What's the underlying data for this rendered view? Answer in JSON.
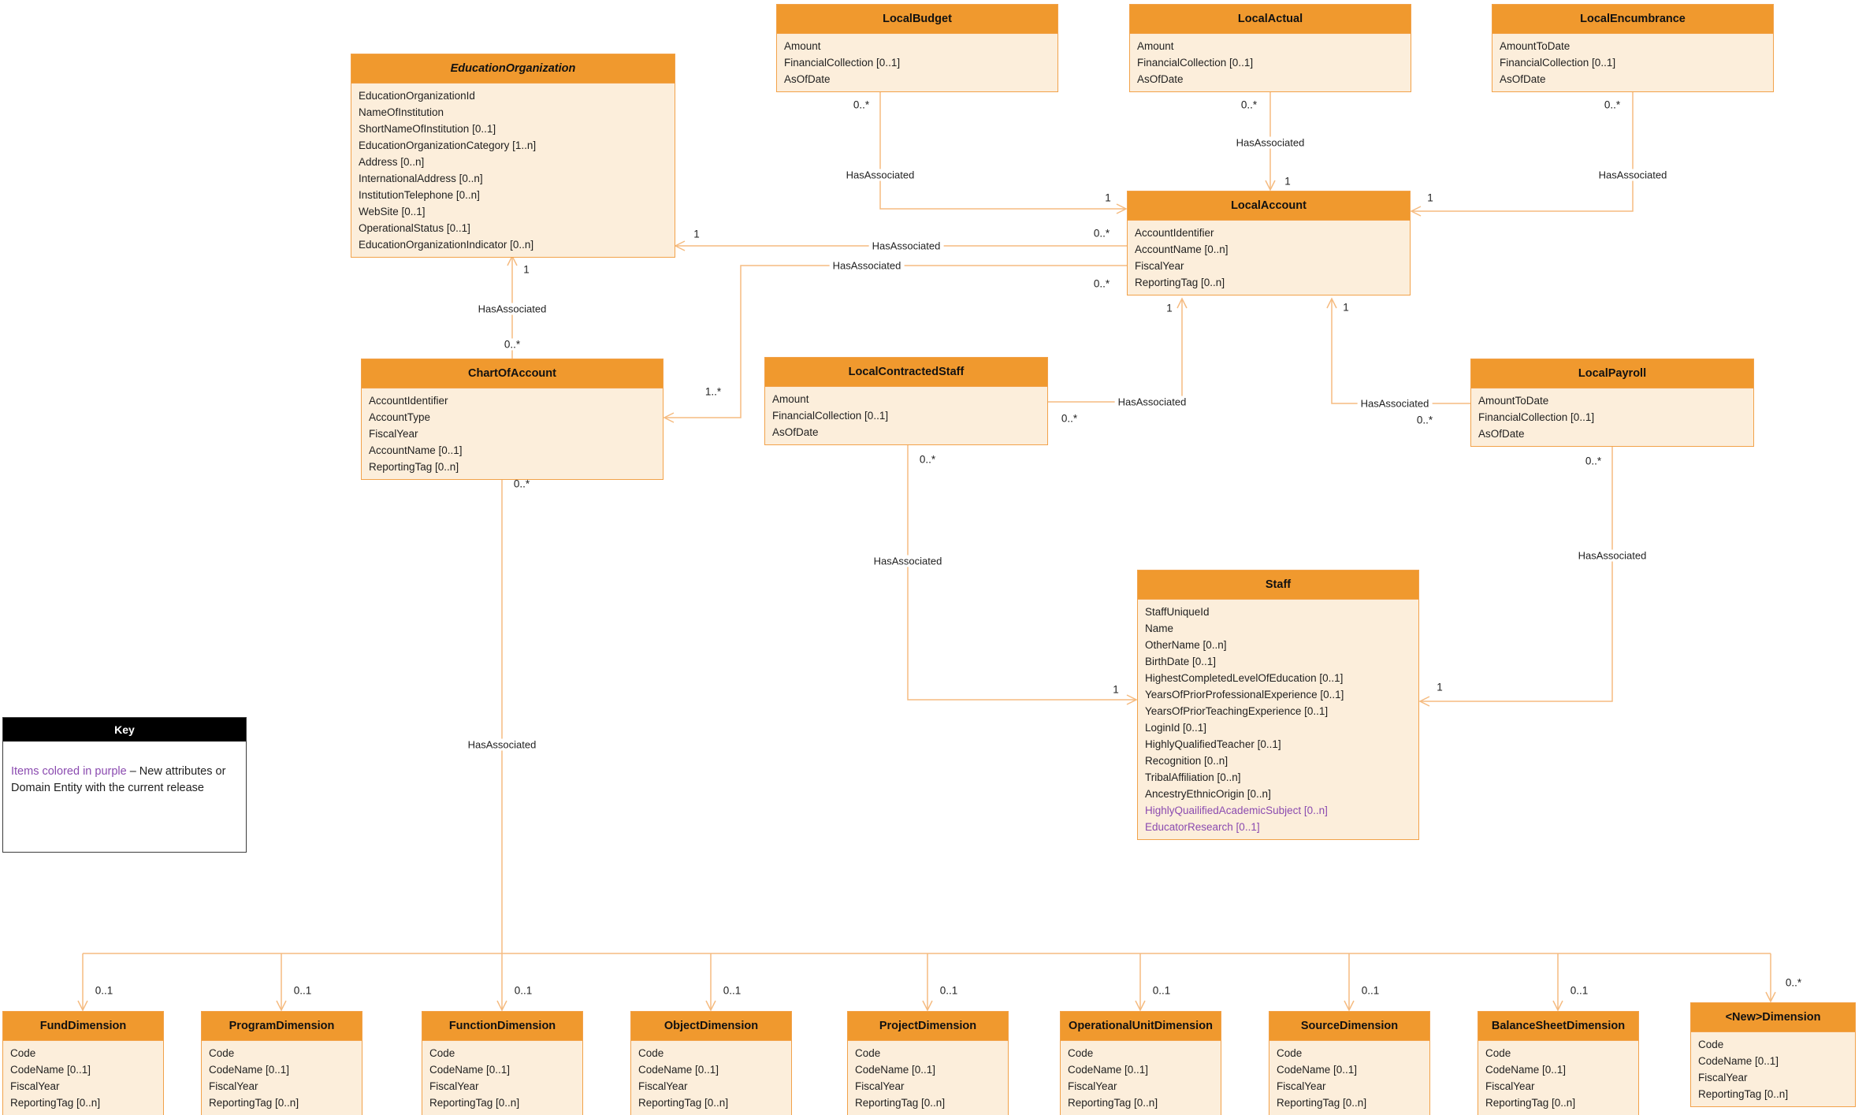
{
  "labels": {
    "one": "1",
    "zero_many": "0..*",
    "one_many": "1..*",
    "zero_one": "0..1",
    "has_associated": "HasAssociated"
  },
  "key": {
    "title": "Key",
    "purple_text": "Items colored in purple",
    "note_text": "– New attributes or Domain Entity with the current release"
  },
  "colors": {
    "header_orange": "#f0992e",
    "body_cream": "#fceedb",
    "border_orange": "#f2a24a",
    "wire_orange": "#f5bb80",
    "purple": "#8b4bb0",
    "key_header_black": "#000000"
  },
  "entities": {
    "educationOrganization": {
      "name": "EducationOrganization",
      "attrs": [
        "EducationOrganizationId",
        "NameOfInstitution",
        "ShortNameOfInstitution [0..1]",
        "EducationOrganizationCategory [1..n]",
        "Address [0..n]",
        "InternationalAddress [0..n]",
        "InstitutionTelephone [0..n]",
        "WebSite [0..1]",
        "OperationalStatus [0..1]",
        "EducationOrganizationIndicator [0..n]"
      ]
    },
    "localBudget": {
      "name": "LocalBudget",
      "attrs": [
        "Amount",
        "FinancialCollection [0..1]",
        "AsOfDate"
      ]
    },
    "localActual": {
      "name": "LocalActual",
      "attrs": [
        "Amount",
        "FinancialCollection [0..1]",
        "AsOfDate"
      ]
    },
    "localEncumbrance": {
      "name": "LocalEncumbrance",
      "attrs": [
        "AmountToDate",
        "FinancialCollection [0..1]",
        "AsOfDate"
      ]
    },
    "localAccount": {
      "name": "LocalAccount",
      "attrs": [
        "AccountIdentifier",
        "AccountName [0..n]",
        "FiscalYear",
        "ReportingTag [0..n]"
      ]
    },
    "chartOfAccount": {
      "name": "ChartOfAccount",
      "attrs": [
        "AccountIdentifier",
        "AccountType",
        "FiscalYear",
        "AccountName [0..1]",
        "ReportingTag [0..n]"
      ]
    },
    "localContractedStaff": {
      "name": "LocalContractedStaff",
      "attrs": [
        "Amount",
        "FinancialCollection [0..1]",
        "AsOfDate"
      ]
    },
    "localPayroll": {
      "name": "LocalPayroll",
      "attrs": [
        "AmountToDate",
        "FinancialCollection [0..1]",
        "AsOfDate"
      ]
    },
    "staff": {
      "name": "Staff",
      "attrs": [
        "StaffUniqueId",
        "Name",
        "OtherName [0..n]",
        "BirthDate [0..1]",
        "HighestCompletedLevelOfEducation [0..1]",
        "YearsOfPriorProfessionalExperience [0..1]",
        "YearsOfPriorTeachingExperience [0..1]",
        "LoginId [0..1]",
        "HighlyQualifiedTeacher [0..1]",
        "Recognition [0..n]",
        "TribalAffiliation [0..n]",
        "AncestryEthnicOrigin [0..n]",
        {
          "t": "HighlyQuailifiedAcademicSubject [0..n]",
          "purple": true
        },
        {
          "t": "EducatorResearch [0..1]",
          "purple": true
        }
      ]
    },
    "fundDimension": {
      "name": "FundDimension",
      "attrs": [
        "Code",
        "CodeName [0..1]",
        "FiscalYear",
        "ReportingTag [0..n]"
      ]
    },
    "programDimension": {
      "name": "ProgramDimension",
      "attrs": [
        "Code",
        "CodeName [0..1]",
        "FiscalYear",
        "ReportingTag [0..n]"
      ]
    },
    "functionDimension": {
      "name": "FunctionDimension",
      "attrs": [
        "Code",
        "CodeName [0..1]",
        "FiscalYear",
        "ReportingTag [0..n]"
      ]
    },
    "objectDimension": {
      "name": "ObjectDimension",
      "attrs": [
        "Code",
        "CodeName [0..1]",
        "FiscalYear",
        "ReportingTag [0..n]"
      ]
    },
    "projectDimension": {
      "name": "ProjectDimension",
      "attrs": [
        "Code",
        "CodeName [0..1]",
        "FiscalYear",
        "ReportingTag [0..n]"
      ]
    },
    "operationalUnitDimension": {
      "name": "OperationalUnitDimension",
      "attrs": [
        "Code",
        "CodeName [0..1]",
        "FiscalYear",
        "ReportingTag [0..n]"
      ]
    },
    "sourceDimension": {
      "name": "SourceDimension",
      "attrs": [
        "Code",
        "CodeName [0..1]",
        "FiscalYear",
        "ReportingTag [0..n]"
      ]
    },
    "balanceSheetDimension": {
      "name": "BalanceSheetDimension",
      "attrs": [
        "Code",
        "CodeName [0..1]",
        "FiscalYear",
        "ReportingTag [0..n]"
      ]
    },
    "newDimension": {
      "name": "<New>Dimension",
      "attrs": [
        "Code",
        "CodeName [0..1]",
        "FiscalYear",
        "ReportingTag [0..n]"
      ]
    }
  }
}
